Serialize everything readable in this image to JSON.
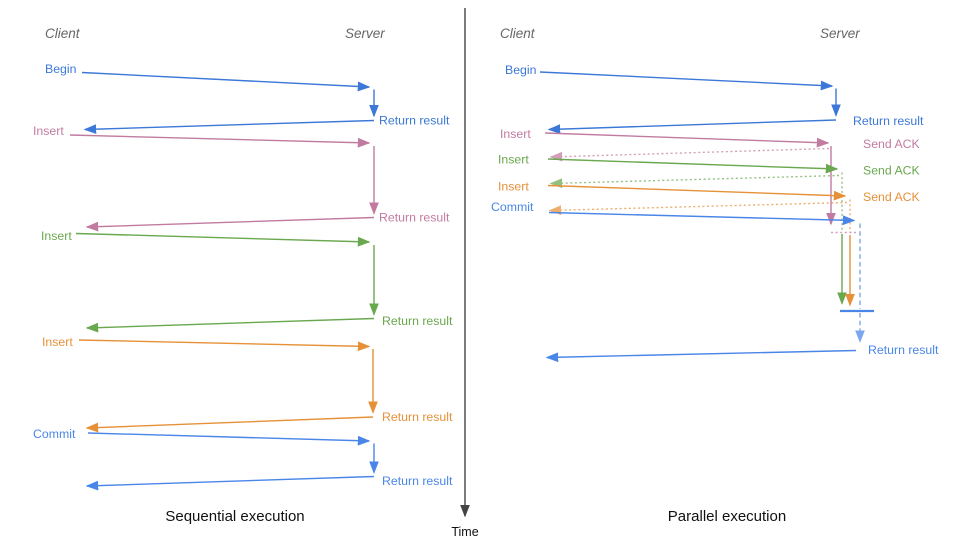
{
  "diagram_type": "sequence-diagram",
  "colors": {
    "begin_blue": "#3c78d8",
    "commit_blue": "#4a86e8",
    "insert_pink": "#c27ba0",
    "insert_green": "#6aa84f",
    "insert_orange": "#e69138",
    "time_axis_gray": "#444444",
    "header_gray": "#666666",
    "title_black": "#111111"
  },
  "time_axis": {
    "label": "Time"
  },
  "sequential": {
    "title": "Sequential execution",
    "client_header": "Client",
    "server_header": "Server",
    "ops": [
      {
        "label": "Begin",
        "return_label": "Return result"
      },
      {
        "label": "Insert",
        "return_label": "Return result"
      },
      {
        "label": "Insert",
        "return_label": "Return result"
      },
      {
        "label": "Insert",
        "return_label": "Return result"
      },
      {
        "label": "Commit",
        "return_label": "Return result"
      }
    ]
  },
  "parallel": {
    "title": "Parallel execution",
    "client_header": "Client",
    "server_header": "Server",
    "ops": [
      {
        "label": "Begin",
        "response_label": "Return result"
      },
      {
        "label": "Insert",
        "response_label": "Send ACK"
      },
      {
        "label": "Insert",
        "response_label": "Send ACK"
      },
      {
        "label": "Insert",
        "response_label": "Send ACK"
      },
      {
        "label": "Commit",
        "response_label": "Return result"
      }
    ]
  }
}
